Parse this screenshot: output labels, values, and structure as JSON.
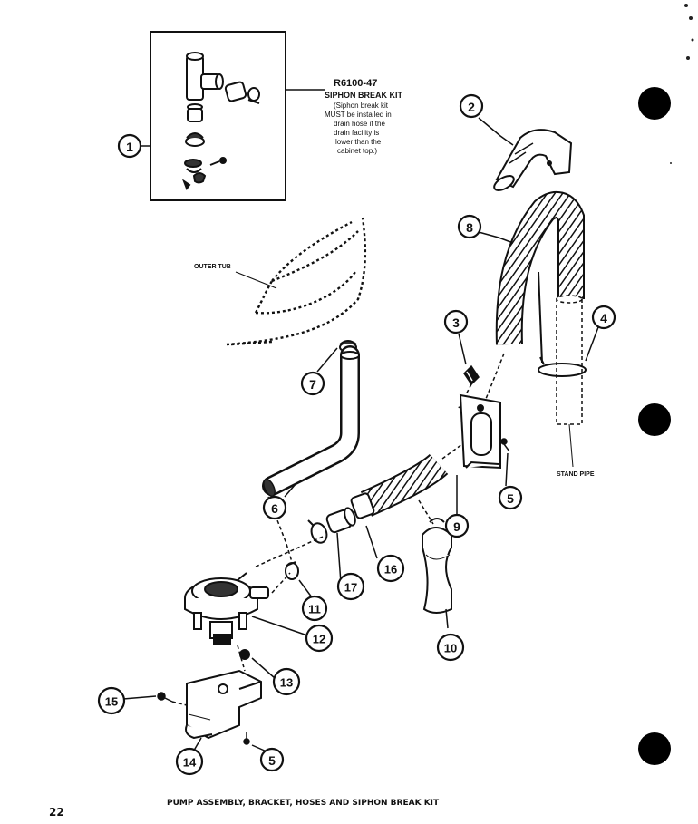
{
  "page_number": "22",
  "caption": "PUMP ASSEMBLY, BRACKET, HOSES AND SIPHON BREAK KIT",
  "kit": {
    "part_number": "R6100-47",
    "title": "SIPHON BREAK KIT",
    "note_lines": [
      "(Siphon break kit",
      "MUST be installed in",
      "drain hose if the",
      "drain facility is",
      "lower than the",
      "cabinet top.)"
    ]
  },
  "labels": {
    "outer_tub": "OUTER TUB",
    "stand_pipe": "STAND PIPE"
  },
  "callouts": [
    {
      "id": "c1",
      "number": "1"
    },
    {
      "id": "c2",
      "number": "2"
    },
    {
      "id": "c3",
      "number": "3"
    },
    {
      "id": "c4",
      "number": "4"
    },
    {
      "id": "c5a",
      "number": "5"
    },
    {
      "id": "c5b",
      "number": "5"
    },
    {
      "id": "c6",
      "number": "6"
    },
    {
      "id": "c7",
      "number": "7"
    },
    {
      "id": "c8",
      "number": "8"
    },
    {
      "id": "c9",
      "number": "9"
    },
    {
      "id": "c10",
      "number": "10"
    },
    {
      "id": "c11",
      "number": "11"
    },
    {
      "id": "c12",
      "number": "12"
    },
    {
      "id": "c13",
      "number": "13"
    },
    {
      "id": "c14",
      "number": "14"
    },
    {
      "id": "c15",
      "number": "15"
    },
    {
      "id": "c16",
      "number": "16"
    },
    {
      "id": "c17",
      "number": "17"
    }
  ]
}
